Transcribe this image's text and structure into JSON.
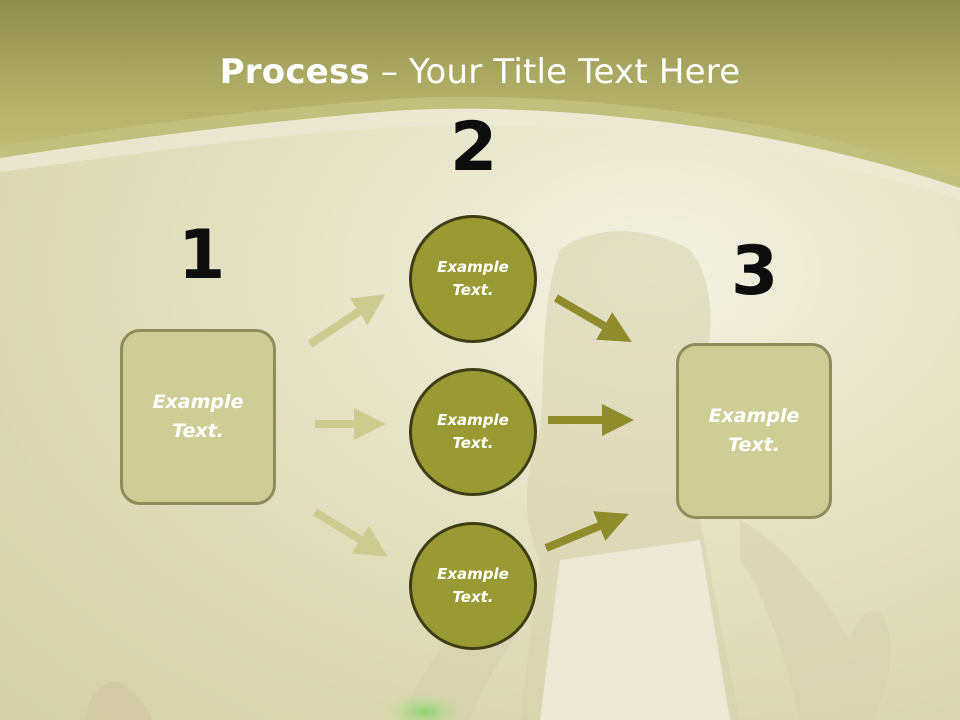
{
  "title": {
    "bold": "Process",
    "rest": " – Your Title Text Here"
  },
  "steps": {
    "one": "1",
    "two": "2",
    "three": "3"
  },
  "boxes": {
    "left": "Example Text.",
    "right": "Example Text."
  },
  "circles": {
    "top": "Example Text.",
    "middle": "Example Text.",
    "bottom": "Example Text."
  },
  "colors": {
    "header": "#b6b466",
    "box_fill": "#cfcd96",
    "box_border": "#8f8c5e",
    "circle_fill": "#9a9a34",
    "circle_border": "#3f3d12",
    "arrow_light": "#cdcb8f",
    "arrow_dark": "#8f8c2b"
  }
}
